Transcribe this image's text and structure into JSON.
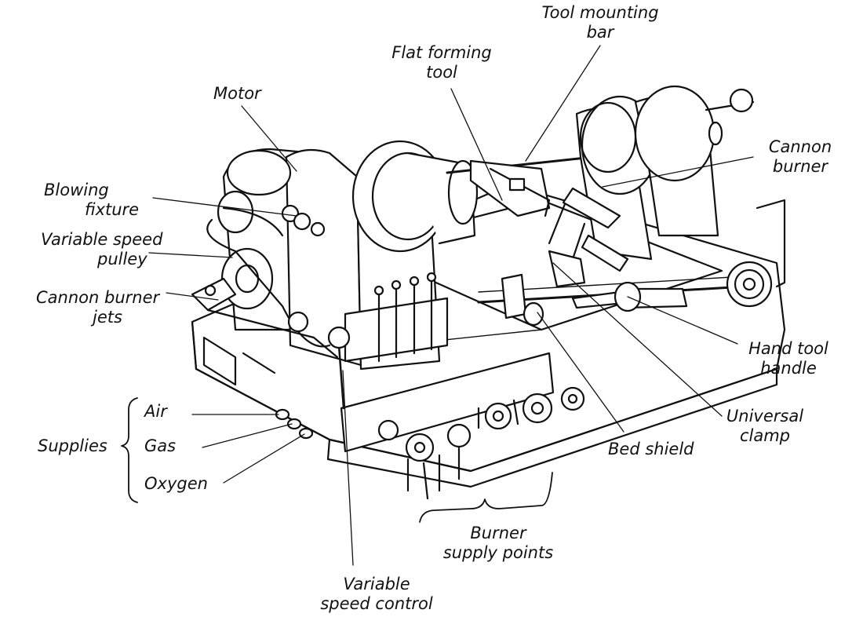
{
  "labels": {
    "tool_mounting_bar": [
      "Tool mounting",
      "bar"
    ],
    "flat_forming_tool": [
      "Flat forming",
      "tool"
    ],
    "motor": "Motor",
    "cannon_burner": [
      "Cannon",
      "burner"
    ],
    "blowing_fixture": [
      "Blowing",
      "fixture"
    ],
    "variable_speed_pulley": [
      "Variable speed",
      "pulley"
    ],
    "cannon_burner_jets": [
      "Cannon burner",
      "jets"
    ],
    "hand_tool_handle": [
      "Hand tool",
      "handle"
    ],
    "universal_clamp": [
      "Universal",
      "clamp"
    ],
    "bed_shield": "Bed shield",
    "supplies": "Supplies",
    "air": "Air",
    "gas": "Gas",
    "oxygen": "Oxygen",
    "burner_supply_points": [
      "Burner",
      "supply points"
    ],
    "variable_speed_control": [
      "Variable",
      "speed control"
    ]
  },
  "colors": {
    "ink": "#111111",
    "paper": "#ffffff",
    "shade": "#d8d8d8"
  }
}
